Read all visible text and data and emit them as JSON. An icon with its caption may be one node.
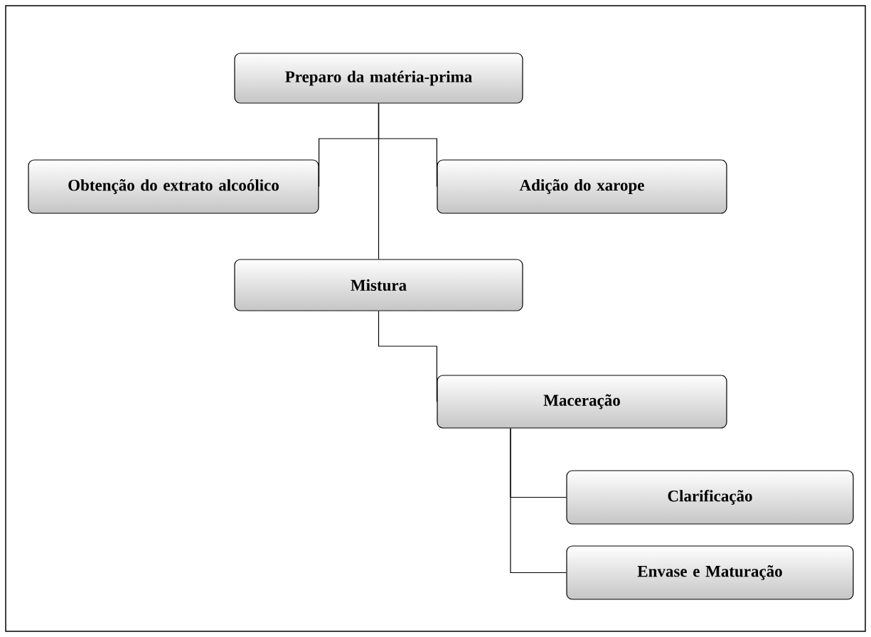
{
  "diagram": {
    "nodes": [
      {
        "text": [
          "Preparo da matéria-prima"
        ]
      },
      {
        "text": [
          "Obtenção do extrato alcoólico"
        ]
      },
      {
        "text": [
          "Adição do xarope"
        ]
      },
      {
        "text": [
          "Mistura"
        ]
      },
      {
        "text": [
          "Maceração"
        ]
      },
      {
        "text": [
          "Clarificação"
        ]
      },
      {
        "text": [
          "Envase e Maturação"
        ]
      }
    ],
    "edges": [
      {
        "from": 0,
        "to": 1,
        "arrow": "none"
      },
      {
        "from": 0,
        "to": 2,
        "arrow": "none"
      },
      {
        "from": 0,
        "to": 3,
        "arrow": "none"
      },
      {
        "from": 3,
        "to": 4,
        "arrow": "none"
      },
      {
        "from": 4,
        "to": 5,
        "arrow": "none"
      },
      {
        "from": 4,
        "to": 6,
        "arrow": "none"
      }
    ]
  }
}
